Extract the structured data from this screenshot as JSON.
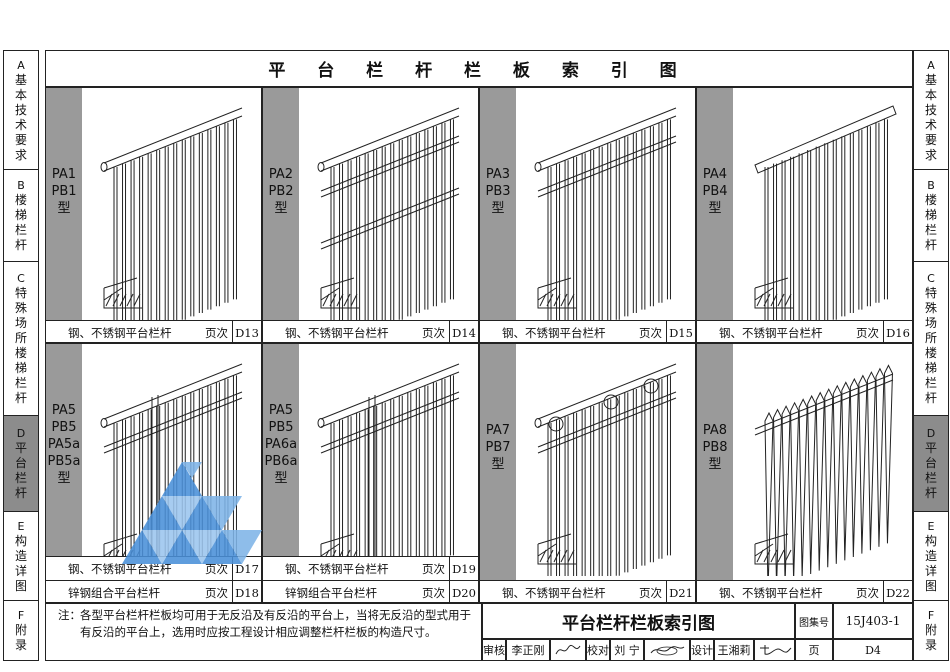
{
  "title": "平 台 栏 杆 栏 板 索 引 图",
  "side_tabs": [
    {
      "letter": "A",
      "text": "基本技术要求"
    },
    {
      "letter": "B",
      "text": "楼梯栏杆"
    },
    {
      "letter": "C",
      "text": "特殊场所楼梯栏杆"
    },
    {
      "letter": "D",
      "text": "平台栏杆"
    },
    {
      "letter": "E",
      "text": "构造详图"
    },
    {
      "letter": "F",
      "text": "附录"
    }
  ],
  "cells": [
    {
      "code": [
        "PA1",
        "PB1",
        "型"
      ],
      "captions": [
        {
          "name": "钢、不锈钢平台栏杆",
          "label": "页次",
          "page": "D13"
        }
      ]
    },
    {
      "code": [
        "PA2",
        "PB2",
        "型"
      ],
      "captions": [
        {
          "name": "钢、不锈钢平台栏杆",
          "label": "页次",
          "page": "D14"
        }
      ]
    },
    {
      "code": [
        "PA3",
        "PB3",
        "型"
      ],
      "captions": [
        {
          "name": "钢、不锈钢平台栏杆",
          "label": "页次",
          "page": "D15"
        }
      ]
    },
    {
      "code": [
        "PA4",
        "PB4",
        "型"
      ],
      "captions": [
        {
          "name": "钢、不锈钢平台栏杆",
          "label": "页次",
          "page": "D16"
        }
      ]
    },
    {
      "code": [
        "PA5",
        "PB5",
        "PA5a",
        "PB5a",
        "型"
      ],
      "captions": [
        {
          "name": "钢、不锈钢平台栏杆",
          "label": "页次",
          "page": "D17"
        },
        {
          "name": "锌钢组合平台栏杆",
          "label": "页次",
          "page": "D18"
        }
      ]
    },
    {
      "code": [
        "PA5",
        "PB5",
        "PA6a",
        "PB6a",
        "型"
      ],
      "captions": [
        {
          "name": "钢、不锈钢平台栏杆",
          "label": "页次",
          "page": "D19"
        },
        {
          "name": "锌钢组合平台栏杆",
          "label": "页次",
          "page": "D20"
        }
      ]
    },
    {
      "code": [
        "PA7",
        "PB7",
        "型"
      ],
      "captions": [
        {
          "name": "钢、不锈钢平台栏杆",
          "label": "页次",
          "page": "D21"
        }
      ]
    },
    {
      "code": [
        "PA8",
        "PB8",
        "型"
      ],
      "captions": [
        {
          "name": "钢、不锈钢平台栏杆",
          "label": "页次",
          "page": "D22"
        }
      ]
    }
  ],
  "note": {
    "label": "注：",
    "text": "各型平台栏杆栏板均可用于无反沿及有反沿的平台上，当将无反沿的型式用于有反沿的平台上，选用时应按工程设计相应调整栏杆栏板的构造尺寸。"
  },
  "title_block": {
    "drawing_title": "平台栏杆栏板索引图",
    "atlas_label": "图集号",
    "atlas_no": "15J403-1",
    "review_label": "审核",
    "reviewer": "李正刚",
    "check_label": "校对",
    "checker": "刘  宁",
    "design_label": "设计",
    "designer": "王湘莉",
    "page_label": "页",
    "page_no": "D4"
  }
}
